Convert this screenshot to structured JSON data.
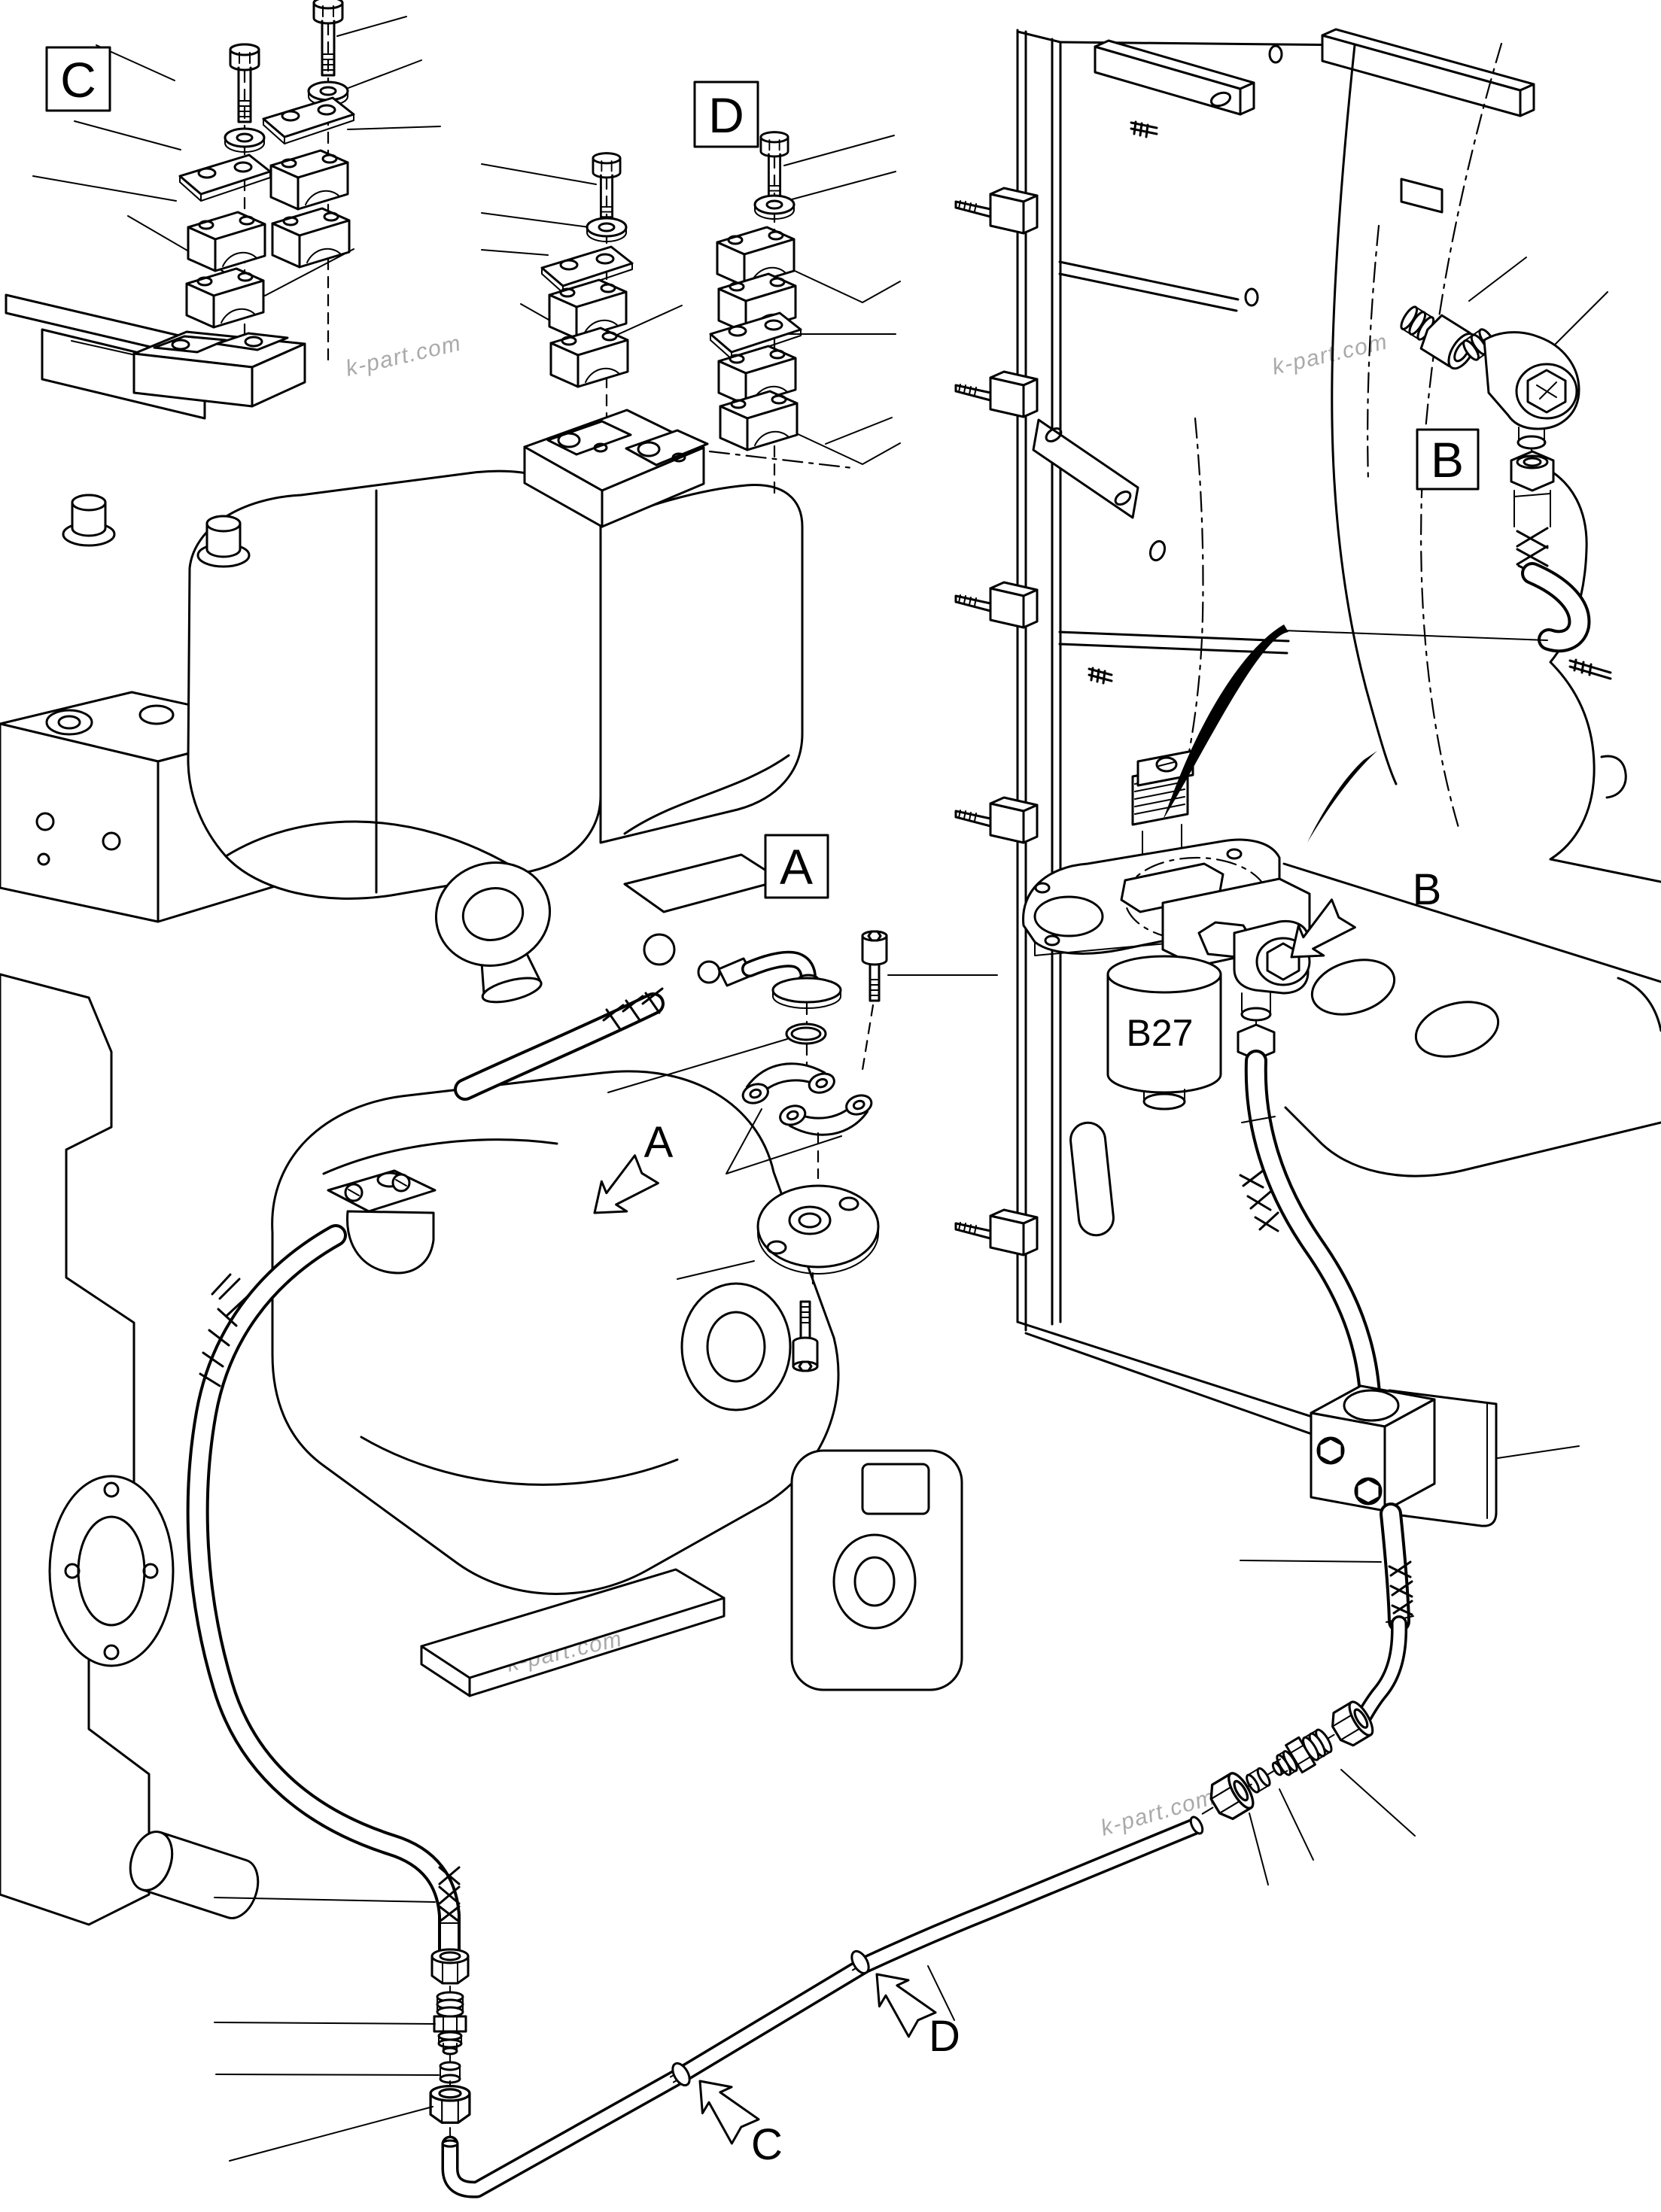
{
  "page": {
    "background": "#ffffff",
    "line_color": "#000000"
  },
  "watermark": {
    "text": "k-part.com",
    "color": "#a9a9a9"
  },
  "labels": {
    "boxes": {
      "a": "A",
      "b": "B",
      "c": "C",
      "d": "D"
    },
    "arrows": {
      "a": "A",
      "b": "B",
      "c": "C",
      "d": "D"
    },
    "components": {
      "filter": "B27"
    }
  }
}
